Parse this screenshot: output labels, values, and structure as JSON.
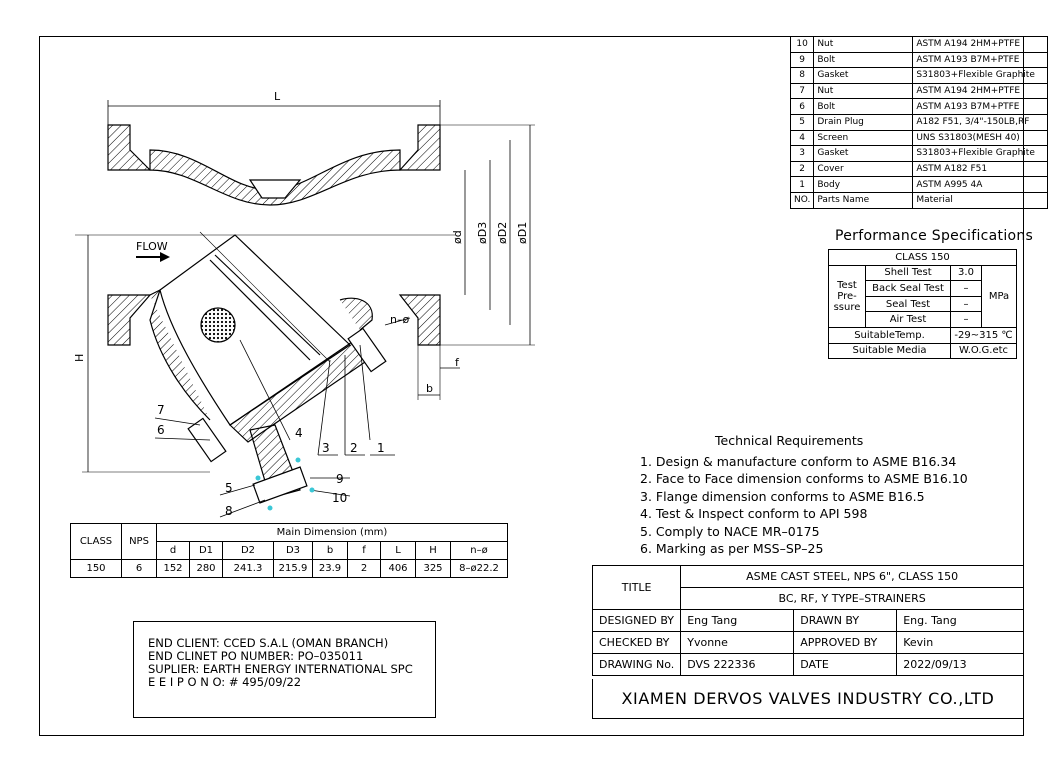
{
  "parts_table": {
    "rows": [
      {
        "no": "10",
        "name": "Nut",
        "material": "ASTM A194 2HM+PTFE"
      },
      {
        "no": "9",
        "name": "Bolt",
        "material": "ASTM A193 B7M+PTFE"
      },
      {
        "no": "8",
        "name": "Gasket",
        "material": "S31803+Flexible Graphite"
      },
      {
        "no": "7",
        "name": "Nut",
        "material": "ASTM A194 2HM+PTFE"
      },
      {
        "no": "6",
        "name": "Bolt",
        "material": "ASTM A193 B7M+PTFE"
      },
      {
        "no": "5",
        "name": "Drain Plug",
        "material": "A182 F51, 3/4\"-150LB,RF"
      },
      {
        "no": "4",
        "name": "Screen",
        "material": "UNS S31803(MESH 40)"
      },
      {
        "no": "3",
        "name": "Gasket",
        "material": "S31803+Flexible Graphite"
      },
      {
        "no": "2",
        "name": "Cover",
        "material": "ASTM A182 F51"
      },
      {
        "no": "1",
        "name": "Body",
        "material": "ASTM A995 4A"
      }
    ],
    "header": {
      "no": "NO.",
      "name": "Parts Name",
      "material": "Material"
    }
  },
  "performance": {
    "title": "Performance Specifications",
    "class": "CLASS 150",
    "test_label": "Test Pre- ssure",
    "tests": [
      {
        "name": "Shell Test",
        "value": "3.0"
      },
      {
        "name": "Back Seal Test",
        "value": "–"
      },
      {
        "name": "Seal Test",
        "value": "–"
      },
      {
        "name": "Air Test",
        "value": "–"
      }
    ],
    "unit": "MPa",
    "temp_label": "SuitableTemp.",
    "temp_value": "-29~315 ℃",
    "media_label": "Suitable Media",
    "media_value": "W.O.G.etc"
  },
  "dimensions": {
    "class_label": "CLASS",
    "nps_label": "NPS",
    "main_label": "Main Dimension (mm)",
    "columns": [
      "d",
      "D1",
      "D2",
      "D3",
      "b",
      "f",
      "L",
      "H",
      "n–ø"
    ],
    "class_value": "150",
    "nps_value": "6",
    "values": [
      "152",
      "280",
      "241.3",
      "215.9",
      "23.9",
      "2",
      "406",
      "325",
      "8–ø22.2"
    ]
  },
  "technical": {
    "heading": "Technical Requirements",
    "items": [
      "1. Design & manufacture conform to ASME B16.34",
      "2. Face to Face dimension conforms to ASME B16.10",
      "3. Flange dimension conforms to ASME B16.5",
      "4. Test & Inspect conform to API 598",
      "5. Comply to NACE MR–0175",
      "6. Marking as per MSS–SP–25"
    ]
  },
  "client": {
    "lines": [
      "END CLIENT: CCED S.A.L (OMAN BRANCH)",
      "END CLINET PO NUMBER: PO–035011",
      "SUPLIER: EARTH ENERGY INTERNATIONAL SPC",
      "E E I  P O  N O:  # 495/09/22"
    ]
  },
  "title_block": {
    "title_label": "TITLE",
    "title_line1": "ASME  CAST STEEL, NPS 6\", CLASS 150",
    "title_line2": "BC, RF, Y TYPE–STRAINERS",
    "designed_label": "DESIGNED BY",
    "designed_value": "Eng Tang",
    "drawn_label": "DRAWN BY",
    "drawn_value": "Eng. Tang",
    "checked_label": "CHECKED  BY",
    "checked_value": "Yvonne",
    "approved_label": "APPROVED BY",
    "approved_value": "Kevin",
    "drawing_label": "DRAWING No.",
    "drawing_value": "DVS 222336",
    "date_label": "DATE",
    "date_value": "2022/09/13",
    "company": "XIAMEN DERVOS VALVES INDUSTRY CO.,LTD"
  },
  "drawing": {
    "label_L": "L",
    "label_H": "H",
    "label_flow": "FLOW",
    "label_d": "ød",
    "label_D3": "øD3",
    "label_D2": "øD2",
    "label_D1": "øD1",
    "label_n": "n–ø",
    "label_f": "f",
    "label_b": "b",
    "callouts": [
      "1",
      "2",
      "3",
      "4",
      "5",
      "6",
      "7",
      "8",
      "9",
      "10"
    ]
  }
}
